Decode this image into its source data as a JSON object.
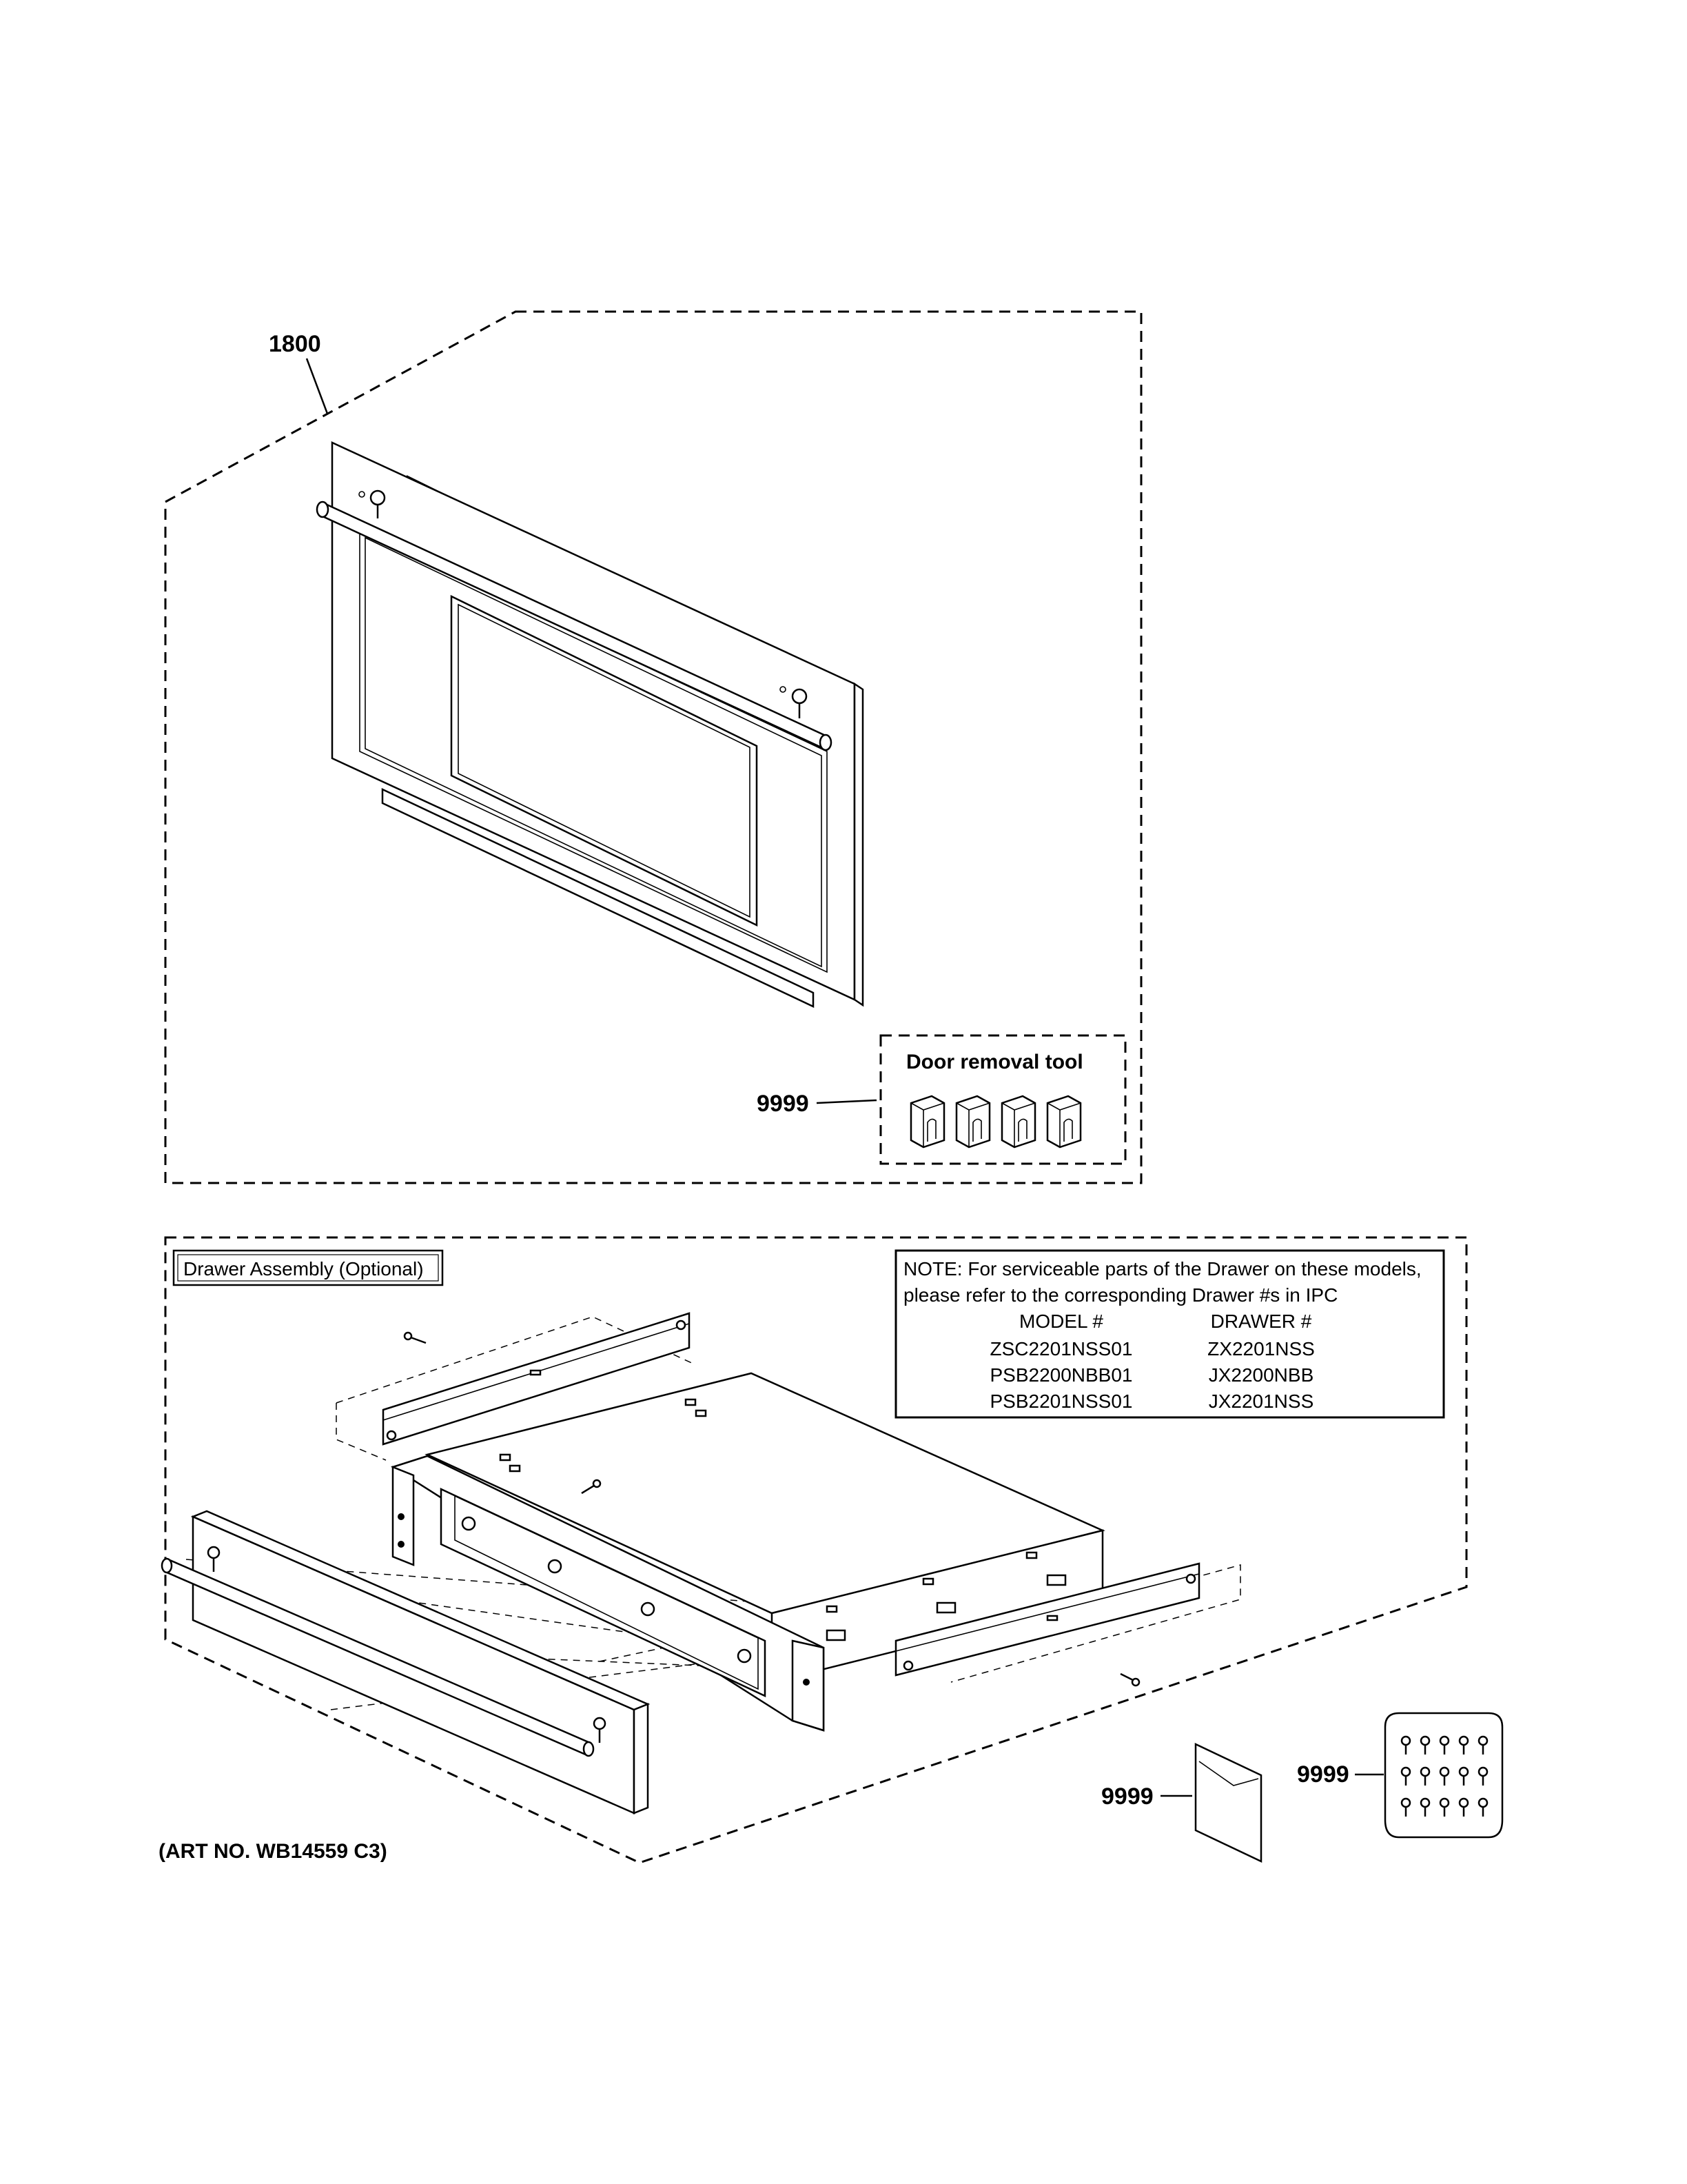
{
  "callouts": {
    "door_assembly": "1800",
    "door_removal_tool": "9999",
    "literature": "9999",
    "screw_kit": "9999"
  },
  "door_tool_box": {
    "title": "Door removal tool"
  },
  "drawer_box": {
    "title": "Drawer Assembly (Optional)"
  },
  "note": {
    "line1": "NOTE: For serviceable parts of the Drawer on these models,",
    "line2": "please refer to the corresponding Drawer #s in IPC",
    "col_model_header": "MODEL #",
    "col_drawer_header": "DRAWER #",
    "rows": [
      {
        "model": "ZSC2201NSS01",
        "drawer": "ZX2201NSS"
      },
      {
        "model": "PSB2200NBB01",
        "drawer": "JX2200NBB"
      },
      {
        "model": "PSB2201NSS01",
        "drawer": "JX2201NSS"
      }
    ]
  },
  "art_number": "(ART NO. WB14559 C3)"
}
